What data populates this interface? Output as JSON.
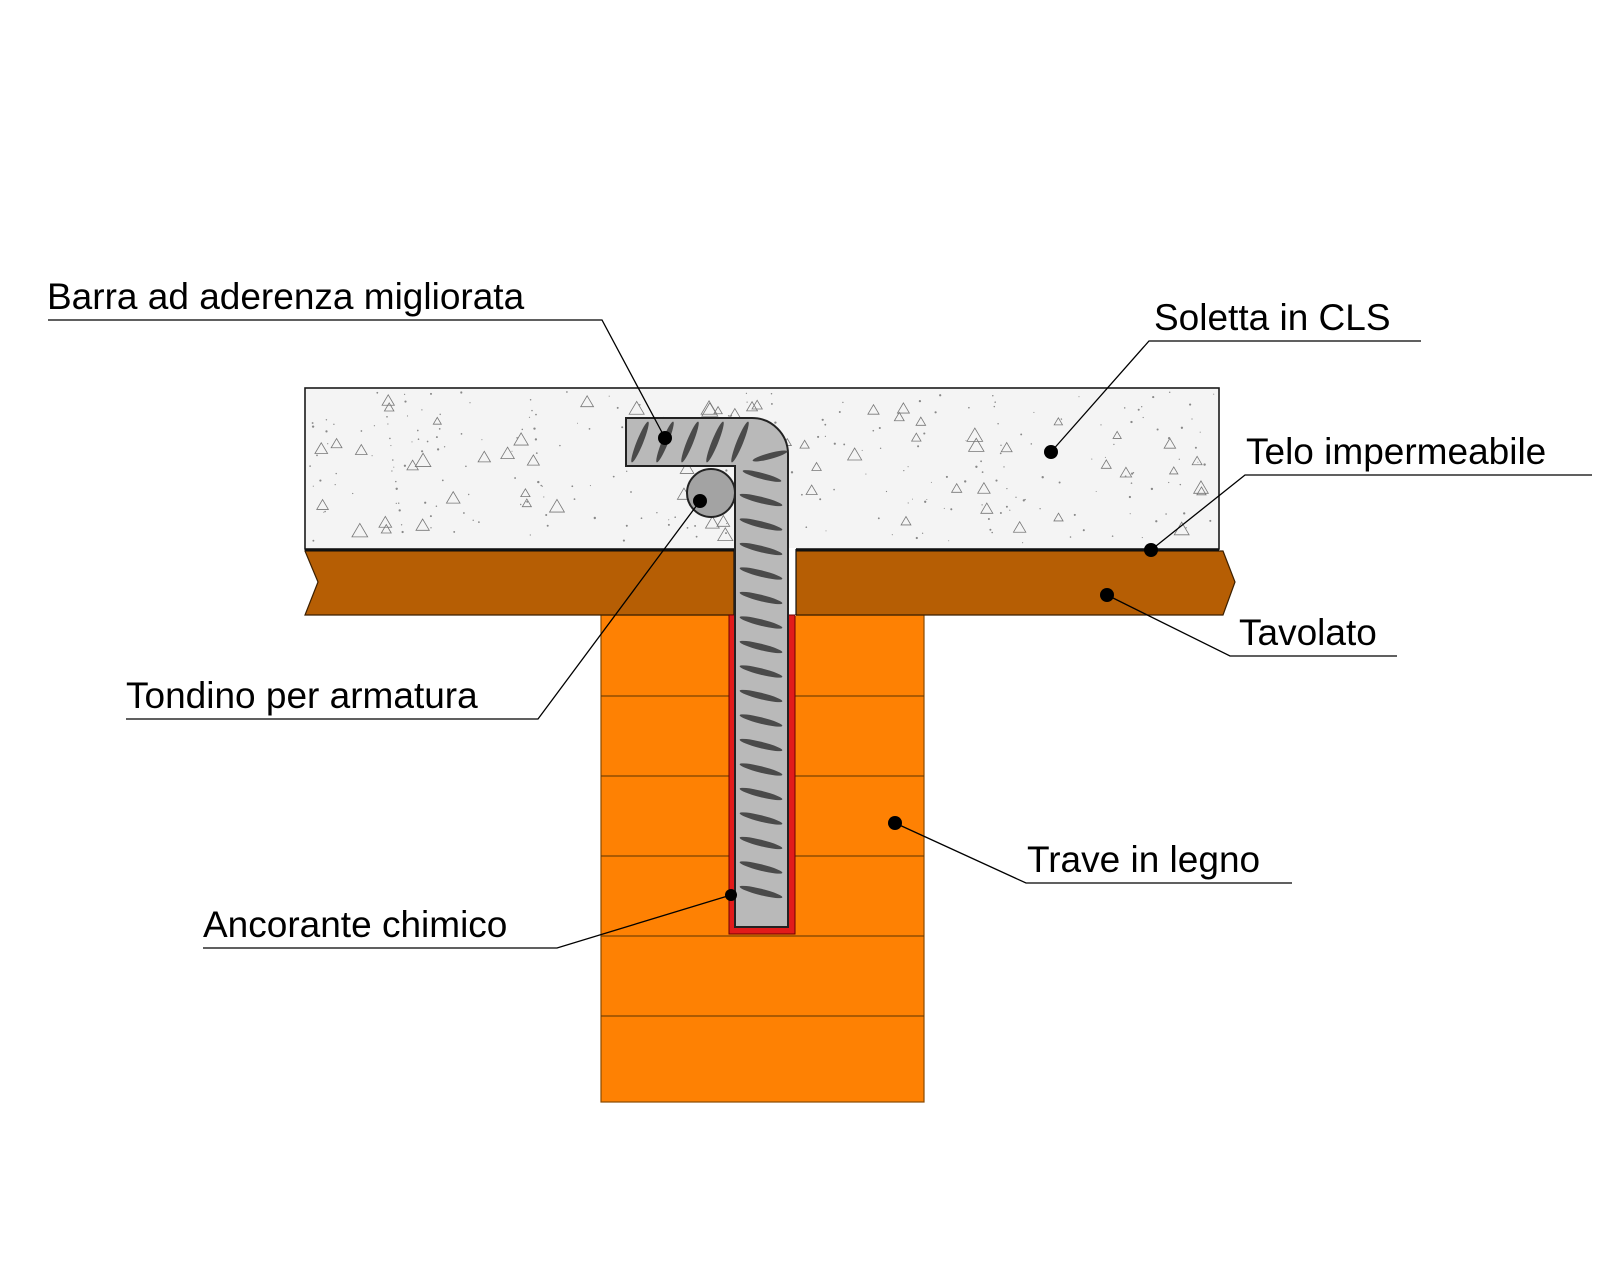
{
  "colors": {
    "concrete": "#f4f4f4",
    "concrete_outline": "#1a1a1a",
    "membrane": "#ffffff",
    "planking": "#b65e04",
    "beam": "#fe8103",
    "beam_lines": "#5a3200",
    "anchor": "#e21b1b",
    "rebar": "#b9b9b9",
    "rebar_ribs": "#4a4a4a",
    "tondino": "#a3a3a3"
  },
  "labels": {
    "barra": "Barra ad aderenza migliorata",
    "soletta": "Soletta in CLS",
    "telo": "Telo impermeabile",
    "tavolato": "Tavolato",
    "tondino": "Tondino per armatura",
    "trave": "Trave in legno",
    "ancorante": "Ancorante chimico"
  }
}
